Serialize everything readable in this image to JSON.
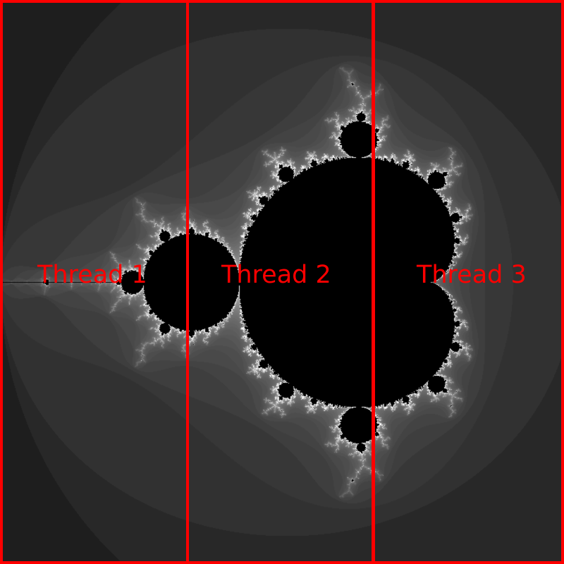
{
  "image": {
    "subject": "mandelbrot-set",
    "background_color": "#000000",
    "fractal_color": "#ffffff",
    "annotation_color": "#ff0000"
  },
  "partitions": [
    {
      "label": "Thread 1"
    },
    {
      "label": "Thread 2"
    },
    {
      "label": "Thread 3"
    }
  ]
}
